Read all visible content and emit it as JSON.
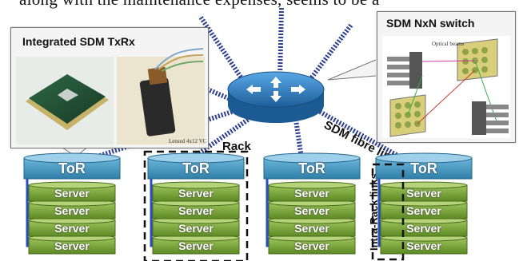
{
  "intro_text": "along with the maintenance expenses, seems to be a",
  "callouts": {
    "txrx_title": "Integrated SDM TxRx",
    "lens_caption": "Lensed 4x12 VC",
    "switch_title": "SDM NxN switch",
    "optical_beams": "Optical beams"
  },
  "labels": {
    "rack": "Rack",
    "fibre_link": "SDM fibre link",
    "intra_rack": "Intra-Rack links"
  },
  "racks": [
    {
      "tor": "ToR",
      "servers": [
        "Server",
        "Server",
        "Server",
        "Server"
      ]
    },
    {
      "tor": "ToR",
      "servers": [
        "Server",
        "Server",
        "Server",
        "Server"
      ]
    },
    {
      "tor": "ToR",
      "servers": [
        "Server",
        "Server",
        "Server",
        "Server"
      ]
    },
    {
      "tor": "ToR",
      "servers": [
        "Server",
        "Server",
        "Server",
        "Server"
      ]
    }
  ],
  "colors": {
    "tor_fill": "#3d8fb8",
    "server_fill": "#7fa53a",
    "link": "#2b3f8e",
    "router_fill": "#2a7fc0"
  }
}
